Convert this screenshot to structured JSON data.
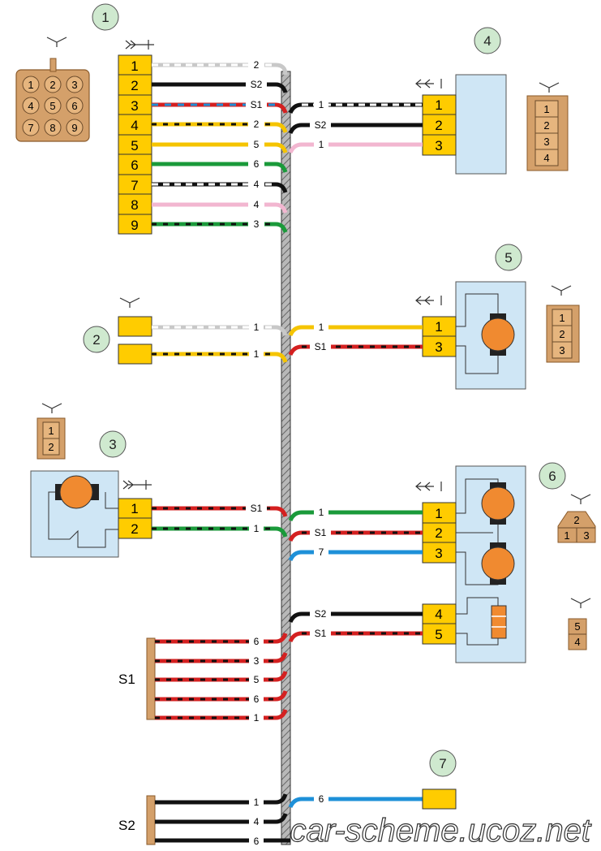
{
  "callouts": [
    "1",
    "2",
    "3",
    "4",
    "5",
    "6",
    "7"
  ],
  "connector1": {
    "pin_labels": [
      "1",
      "2",
      "3",
      "4",
      "5",
      "6",
      "7",
      "8",
      "9"
    ],
    "housing_labels": [
      "1",
      "2",
      "3",
      "4",
      "5",
      "6",
      "7",
      "8",
      "9"
    ],
    "wire_labels": [
      "2",
      "S2",
      "S1",
      "2",
      "5",
      "6",
      "4",
      "4",
      "3"
    ]
  },
  "connector2": {
    "pin_labels": [
      "",
      ""
    ],
    "wire_labels": [
      "1",
      "1"
    ]
  },
  "connector3": {
    "pin_labels": [
      "1",
      "2"
    ],
    "housing_labels": [
      "1",
      "2"
    ],
    "wire_labels": [
      "S1",
      "1"
    ]
  },
  "connector4": {
    "pin_labels": [
      "1",
      "2",
      "3"
    ],
    "housing_labels": [
      "1",
      "2",
      "3",
      "4"
    ],
    "wire_labels": [
      "1",
      "S2",
      "1"
    ]
  },
  "connector5": {
    "pin_labels": [
      "1",
      "3"
    ],
    "housing_labels": [
      "1",
      "2",
      "3"
    ],
    "wire_labels": [
      "1",
      "S1"
    ]
  },
  "connector6": {
    "pin_labels": [
      "1",
      "2",
      "3",
      "4",
      "5"
    ],
    "housing_a_labels": [
      "2",
      "1",
      "3"
    ],
    "housing_b_labels": [
      "5",
      "4"
    ],
    "wire_labels": [
      "1",
      "S1",
      "7",
      "S2",
      "S1"
    ]
  },
  "connector7": {
    "wire_labels": [
      "6"
    ]
  },
  "splice_s1": {
    "name": "S1",
    "wire_labels": [
      "6",
      "3",
      "5",
      "6",
      "1"
    ]
  },
  "splice_s2": {
    "name": "S2",
    "wire_labels": [
      "1",
      "4",
      "6"
    ]
  },
  "watermark": "car-scheme.ucoz.net",
  "colors": {
    "pin_yellow": "#ffcc00",
    "component_blue": "#cfe6f5",
    "callout_green": "#cfe9cf",
    "housing_brown": "#d4a06a",
    "motor_orange": "#f08a30"
  }
}
